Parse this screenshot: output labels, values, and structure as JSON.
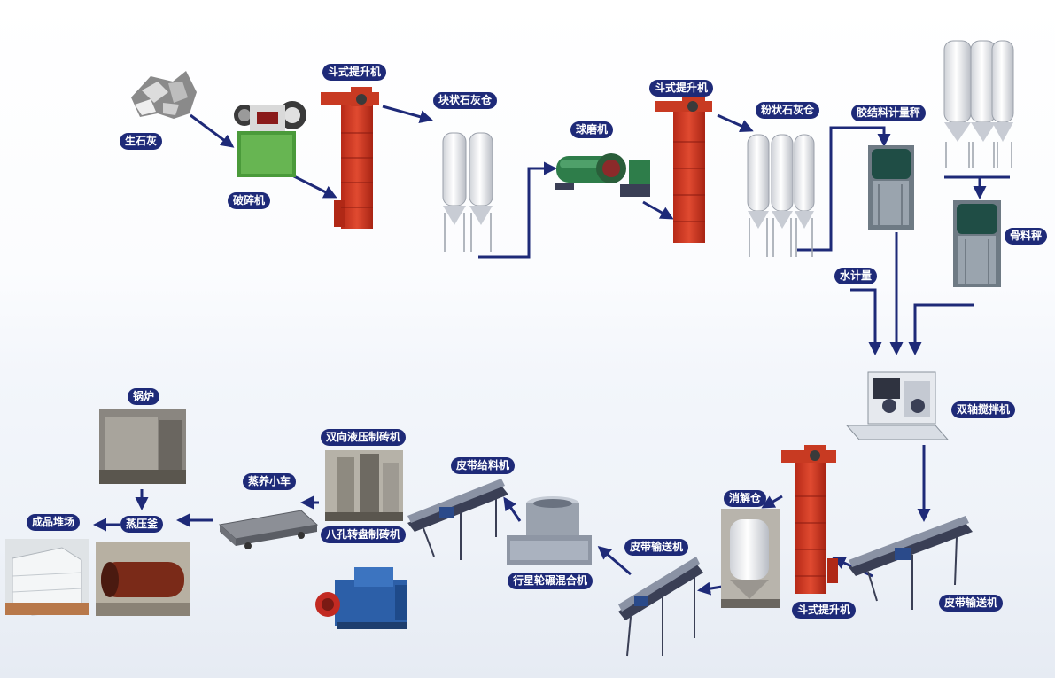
{
  "labels": {
    "quicklime": "生石灰",
    "crusher": "破碎机",
    "elevator1": "斗式提升机",
    "lump_silo": "块状石灰仓",
    "ball_mill": "球磨机",
    "elevator2": "斗式提升机",
    "powder_silo": "粉状石灰仓",
    "binder_scale": "胶结料计量秤",
    "aggregate_scale": "骨料秤",
    "water_metering": "水计量",
    "twin_shaft_mixer": "双轴搅拌机",
    "belt_conveyor1": "皮带输送机",
    "elevator3": "斗式提升机",
    "slaking_silo": "消解仓",
    "belt_conveyor2": "皮带输送机",
    "wheel_mixer": "行星轮碾混合机",
    "belt_feeder": "皮带给料机",
    "hydraulic_press": "双向液压制砖机",
    "rotary_press": "八孔转盘制砖机",
    "curing_car": "蒸养小车",
    "autoclave": "蒸压釜",
    "boiler": "锅炉",
    "finished_yard": "成品堆场"
  },
  "colors": {
    "label_bg": "#1e2a78",
    "label_text": "#ffffff",
    "flow_line": "#1e2a78",
    "elevator": "#d63a25",
    "silo": "#e8e8ea",
    "crusher_frame": "#4a9a3a",
    "mill": "#2e7d4a",
    "conveyor": "#3a3f55"
  }
}
